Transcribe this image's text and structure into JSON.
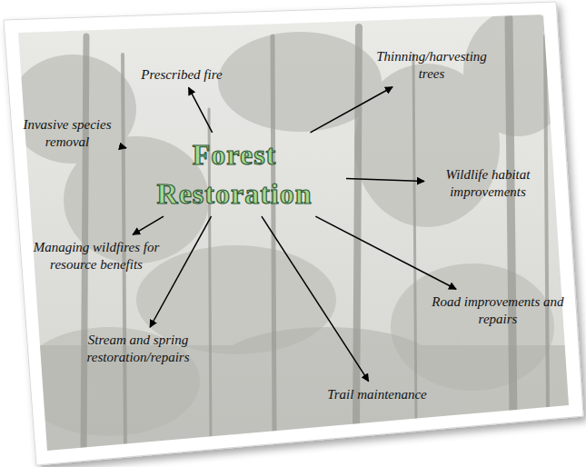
{
  "diagram": {
    "nodes": [
      {
        "text": [
          "Forest Restoration"
        ]
      },
      {
        "text": [
          "Prescribed fire"
        ]
      },
      {
        "text": [
          "Thinning/harvesting trees"
        ]
      },
      {
        "text": [
          "Invasive species removal"
        ]
      },
      {
        "text": [
          "Wildlife habitat improvements"
        ]
      },
      {
        "text": [
          "Managing wildfires for resource benefits"
        ]
      },
      {
        "text": [
          "Road improvements and repairs"
        ]
      },
      {
        "text": [
          "Stream and spring restoration/repairs"
        ]
      },
      {
        "text": [
          "Trail maintenance"
        ]
      }
    ],
    "edges": [
      {
        "from": 0,
        "to": 1,
        "arrow": "to"
      },
      {
        "from": 0,
        "to": 2,
        "arrow": "to"
      },
      {
        "from": 0,
        "to": 3,
        "arrow": "to"
      },
      {
        "from": 0,
        "to": 4,
        "arrow": "to"
      },
      {
        "from": 0,
        "to": 5,
        "arrow": "to"
      },
      {
        "from": 0,
        "to": 6,
        "arrow": "to"
      },
      {
        "from": 0,
        "to": 7,
        "arrow": "to"
      },
      {
        "from": 0,
        "to": 8,
        "arrow": "to"
      }
    ]
  }
}
